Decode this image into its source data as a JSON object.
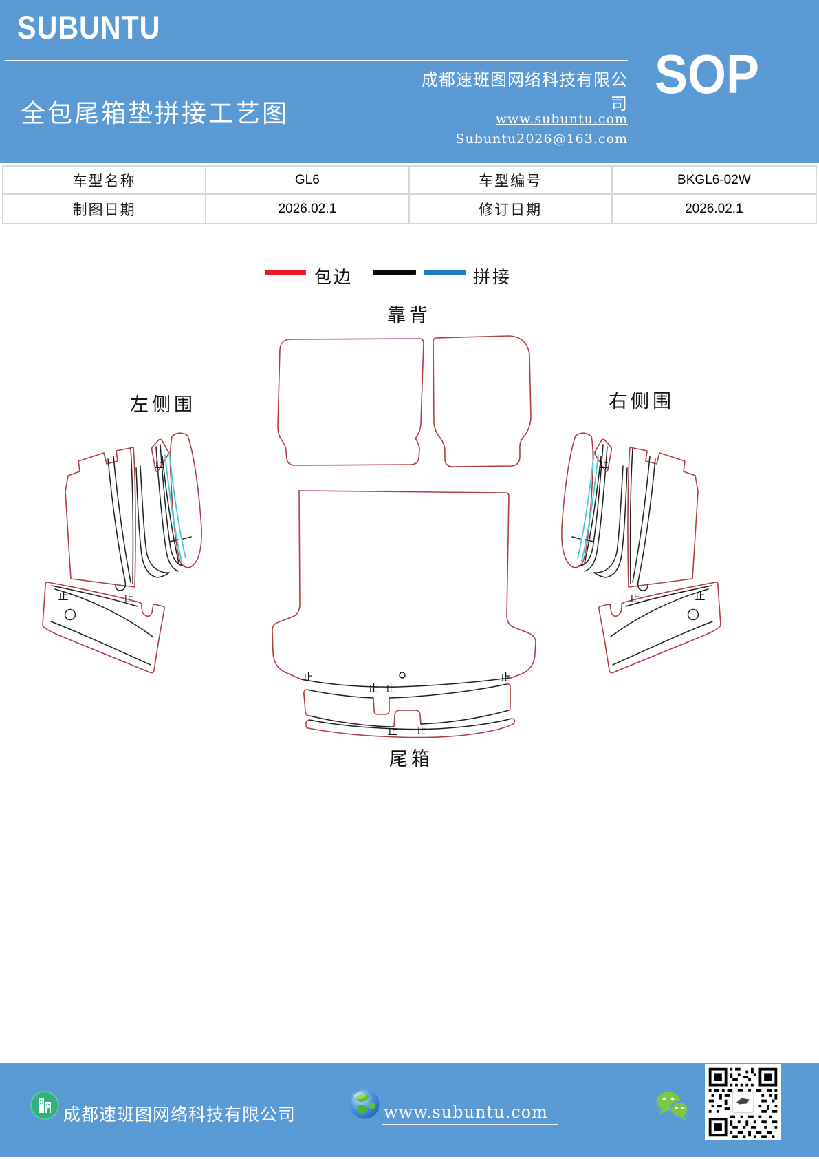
{
  "theme": {
    "band_blue": "#5b9bd5",
    "diagram_outline_red": "#b23c46",
    "diagram_seam_black": "#1f1f1f",
    "diagram_stitch_cyan": "#45cbd6",
    "legend_red": "#ed1c24",
    "legend_blue": "#1b7fc8"
  },
  "header": {
    "logo": "SUBUNTU",
    "doc_title": "全包尾箱垫拼接工艺图",
    "company": "成都速班图网络科技有限公司",
    "website": "www.subuntu.com",
    "email": "Subuntu2026@163.com",
    "sop_badge": "SOP"
  },
  "info_table": {
    "model_name_label": "车型名称",
    "model_name_value": "GL6",
    "model_code_label": "车型编号",
    "model_code_value": "BKGL6-02W",
    "draw_date_label": "制图日期",
    "draw_date_value": "2026.02.1",
    "revision_date_label": "修订日期",
    "revision_date_value": "2026.02.1"
  },
  "legend": {
    "binding_label": "包边",
    "splice_label": "拼接"
  },
  "diagram": {
    "backrest_label": "靠背",
    "left_side_label": "左侧围",
    "right_side_label": "右侧围",
    "trunk_label": "尾箱",
    "stop_mark": "止"
  },
  "footer": {
    "company": "成都速班图网络科技有限公司",
    "website": "www.subuntu.com"
  }
}
